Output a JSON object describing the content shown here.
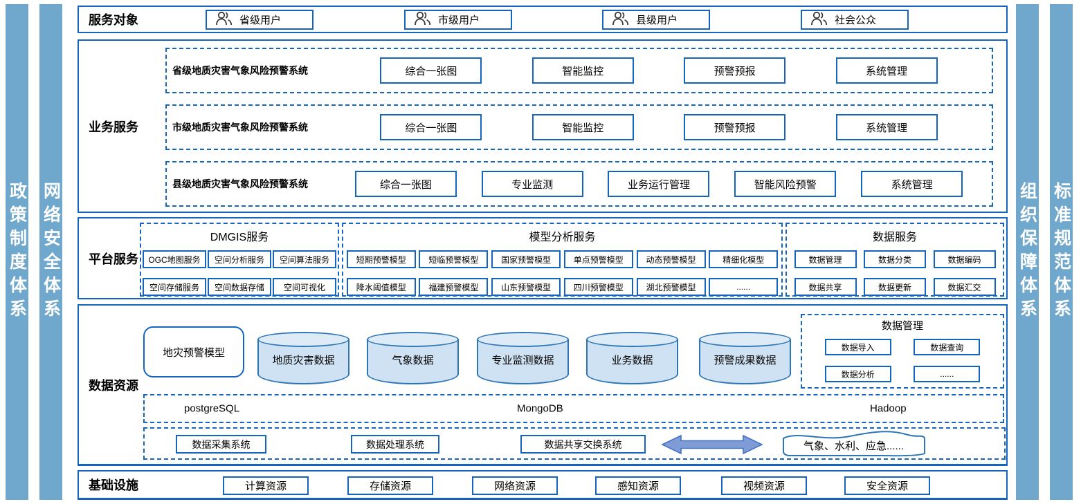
{
  "side_bars": {
    "left": [
      "政策制度体系",
      "网络安全体系"
    ],
    "right": [
      "组织保障体系",
      "标准规范体系"
    ]
  },
  "service_targets": {
    "title": "服务对象",
    "items": [
      "省级用户",
      "市级用户",
      "县级用户",
      "社会公众"
    ]
  },
  "business": {
    "title": "业务服务",
    "systems": [
      {
        "name": "省级地质灾害气象风险预警系统",
        "modules": [
          "综合一张图",
          "智能监控",
          "预警预报",
          "系统管理"
        ]
      },
      {
        "name": "市级地质灾害气象风险预警系统",
        "modules": [
          "综合一张图",
          "智能监控",
          "预警预报",
          "系统管理"
        ]
      },
      {
        "name": "县级地质灾害气象风险预警系统",
        "modules": [
          "综合一张图",
          "专业监测",
          "业务运行管理",
          "智能风险预警",
          "系统管理"
        ]
      }
    ]
  },
  "platform": {
    "title": "平台服务",
    "groups": [
      {
        "name": "DMGIS服务",
        "rows": [
          [
            "OGC地图服务",
            "空间分析服务",
            "空间算法服务"
          ],
          [
            "空间存储服务",
            "空间数据存储",
            "空间可视化"
          ]
        ]
      },
      {
        "name": "模型分析服务",
        "rows": [
          [
            "短期预警模型",
            "短临预警模型",
            "国家预警模型",
            "单点预警模型",
            "动态预警模型",
            "精细化模型"
          ],
          [
            "降水阈值模型",
            "福建预警模型",
            "山东预警模型",
            "四川预警模型",
            "湖北预警模型",
            "......"
          ]
        ]
      },
      {
        "name": "数据服务",
        "rows": [
          [
            "数据管理",
            "数据分类",
            "数据编码"
          ],
          [
            "数据共享",
            "数据更新",
            "数据汇交"
          ]
        ]
      }
    ]
  },
  "data_resources": {
    "title": "数据资源",
    "model_box": "地灾预警模型",
    "cylinders": [
      "地质灾害数据",
      "气象数据",
      "专业监测数据",
      "业务数据",
      "预警成果数据"
    ],
    "data_management": {
      "title": "数据管理",
      "items": [
        "数据导入",
        "数据查询",
        "数据分析",
        "......"
      ]
    },
    "databases": [
      "postgreSQL",
      "MongoDB",
      "Hadoop"
    ],
    "exchange_systems": [
      "数据采集系统",
      "数据处理系统",
      "数据共享交换系统"
    ],
    "external_box": "气象、水利、应急......"
  },
  "infrastructure": {
    "title": "基础设施",
    "items": [
      "计算资源",
      "存储资源",
      "网络资源",
      "感知资源",
      "视频资源",
      "安全资源"
    ]
  },
  "icons": {
    "service_target": "user-icon",
    "exchange": "double-arrow-icon"
  },
  "colors": {
    "accent_border": "#1565c0",
    "sidebar_fill": "#6fa7cd",
    "cylinder_fill": "#cfe2f3",
    "cylinder_border": "#2e75b6",
    "arrow_fill": "#7f9cd6",
    "arrow_border": "#4472c4"
  }
}
